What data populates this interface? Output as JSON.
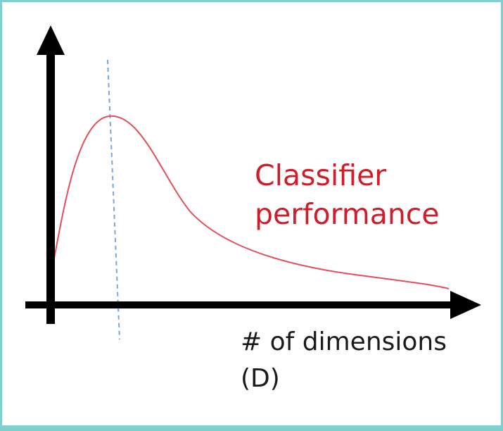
{
  "figure": {
    "curve_label_line1": "Classifier",
    "curve_label_line2": "performance",
    "x_axis_label_line1": "# of dimensions",
    "x_axis_label_line2": "(D)"
  },
  "colors": {
    "curve": "#e0505a",
    "label_red": "#cc1f2b",
    "axis": "#000000",
    "dashed_marker": "#7aa6d6",
    "frame": "#7fd0cf"
  }
}
